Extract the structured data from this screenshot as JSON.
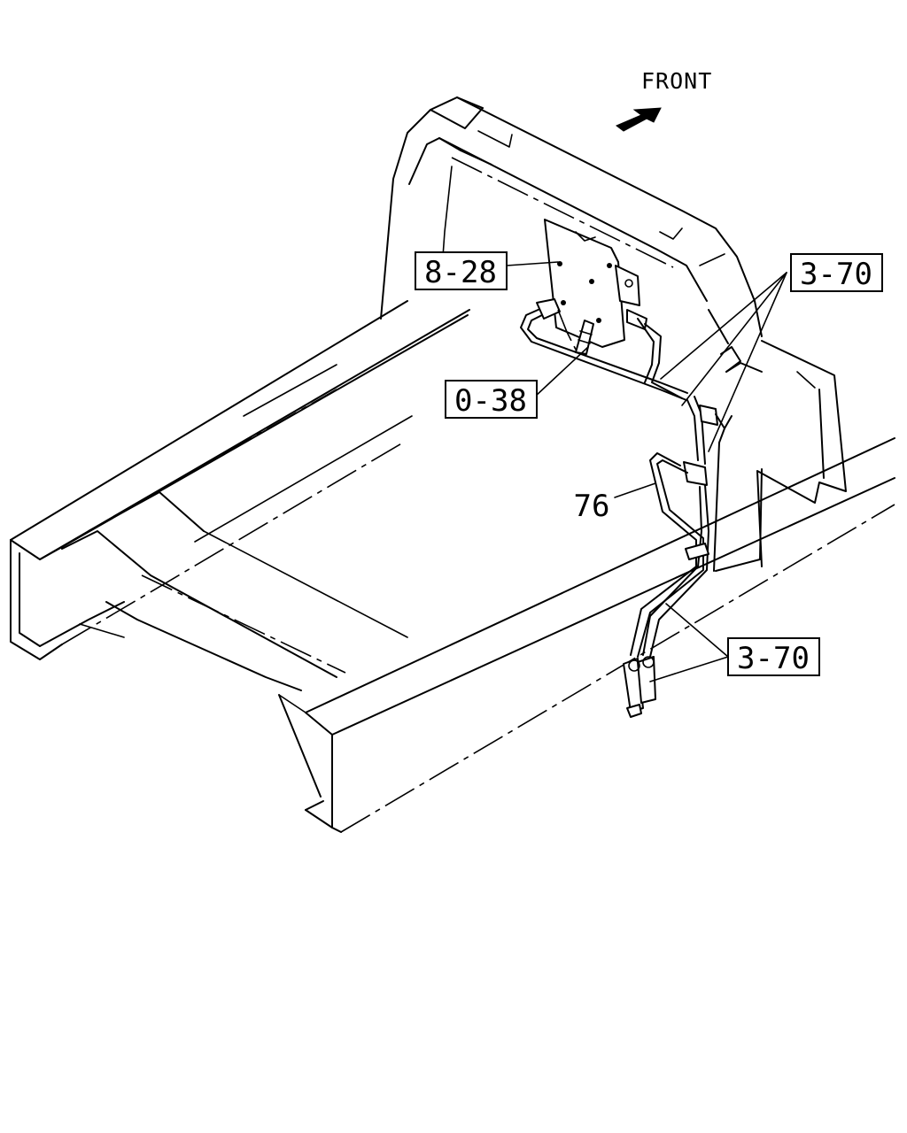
{
  "orientation": {
    "label": "FRONT",
    "arrow_icon": "front-direction-arrow-icon"
  },
  "callouts": {
    "part_8_28": "8-28",
    "part_0_38": "0-38",
    "part_3_70_upper": "3-70",
    "part_3_70_lower": "3-70",
    "part_76": "76"
  }
}
